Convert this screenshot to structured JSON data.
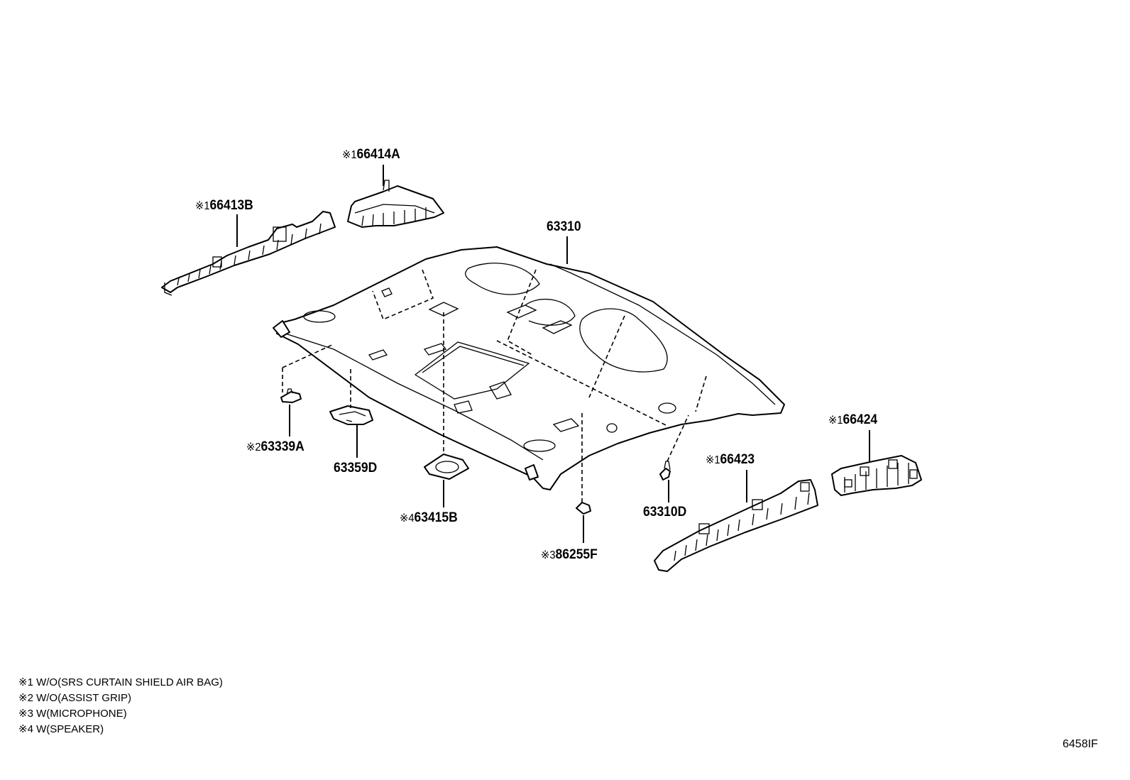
{
  "parts": [
    {
      "id": "66414A",
      "note_mark": "※1",
      "number": "66414A"
    },
    {
      "id": "66413B",
      "note_mark": "※1",
      "number": "66413B"
    },
    {
      "id": "63310",
      "note_mark": "",
      "number": "63310"
    },
    {
      "id": "63339A",
      "note_mark": "※2",
      "number": "63339A"
    },
    {
      "id": "63359D",
      "note_mark": "",
      "number": "63359D"
    },
    {
      "id": "63415B",
      "note_mark": "※4",
      "number": "63415B"
    },
    {
      "id": "86255F",
      "note_mark": "※3",
      "number": "86255F"
    },
    {
      "id": "63310D",
      "note_mark": "",
      "number": "63310D"
    },
    {
      "id": "66423",
      "note_mark": "※1",
      "number": "66423"
    },
    {
      "id": "66424",
      "note_mark": "※1",
      "number": "66424"
    }
  ],
  "notes": [
    "※1 W/O(SRS CURTAIN SHIELD AIR BAG)",
    "※2 W/O(ASSIST GRIP)",
    "※3 W(MICROPHONE)",
    "※4 W(SPEAKER)"
  ],
  "figure_ref": "6458IF"
}
